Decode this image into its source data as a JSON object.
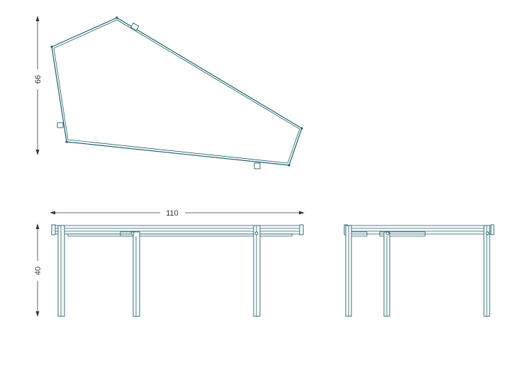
{
  "dimensions": {
    "top_view_depth": "66",
    "front_view_width": "110",
    "front_view_height": "40"
  },
  "colors": {
    "line": "#1f5f6b",
    "dimension": "#3a3a3a",
    "background": "#ffffff"
  }
}
